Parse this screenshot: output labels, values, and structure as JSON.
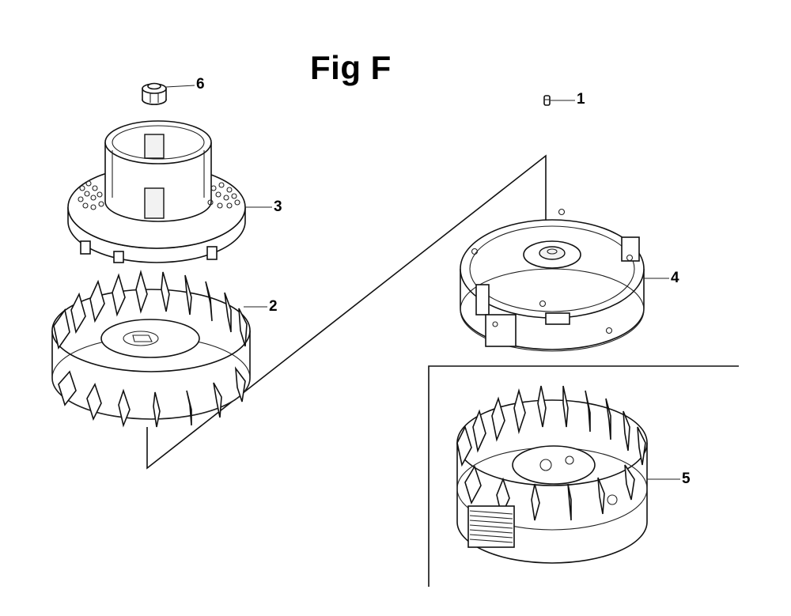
{
  "figure": {
    "title": "Fig F",
    "callouts": [
      {
        "id": "1",
        "label": "1"
      },
      {
        "id": "2",
        "label": "2"
      },
      {
        "id": "3",
        "label": "3"
      },
      {
        "id": "4",
        "label": "4"
      },
      {
        "id": "5",
        "label": "5"
      },
      {
        "id": "6",
        "label": "6"
      }
    ]
  }
}
